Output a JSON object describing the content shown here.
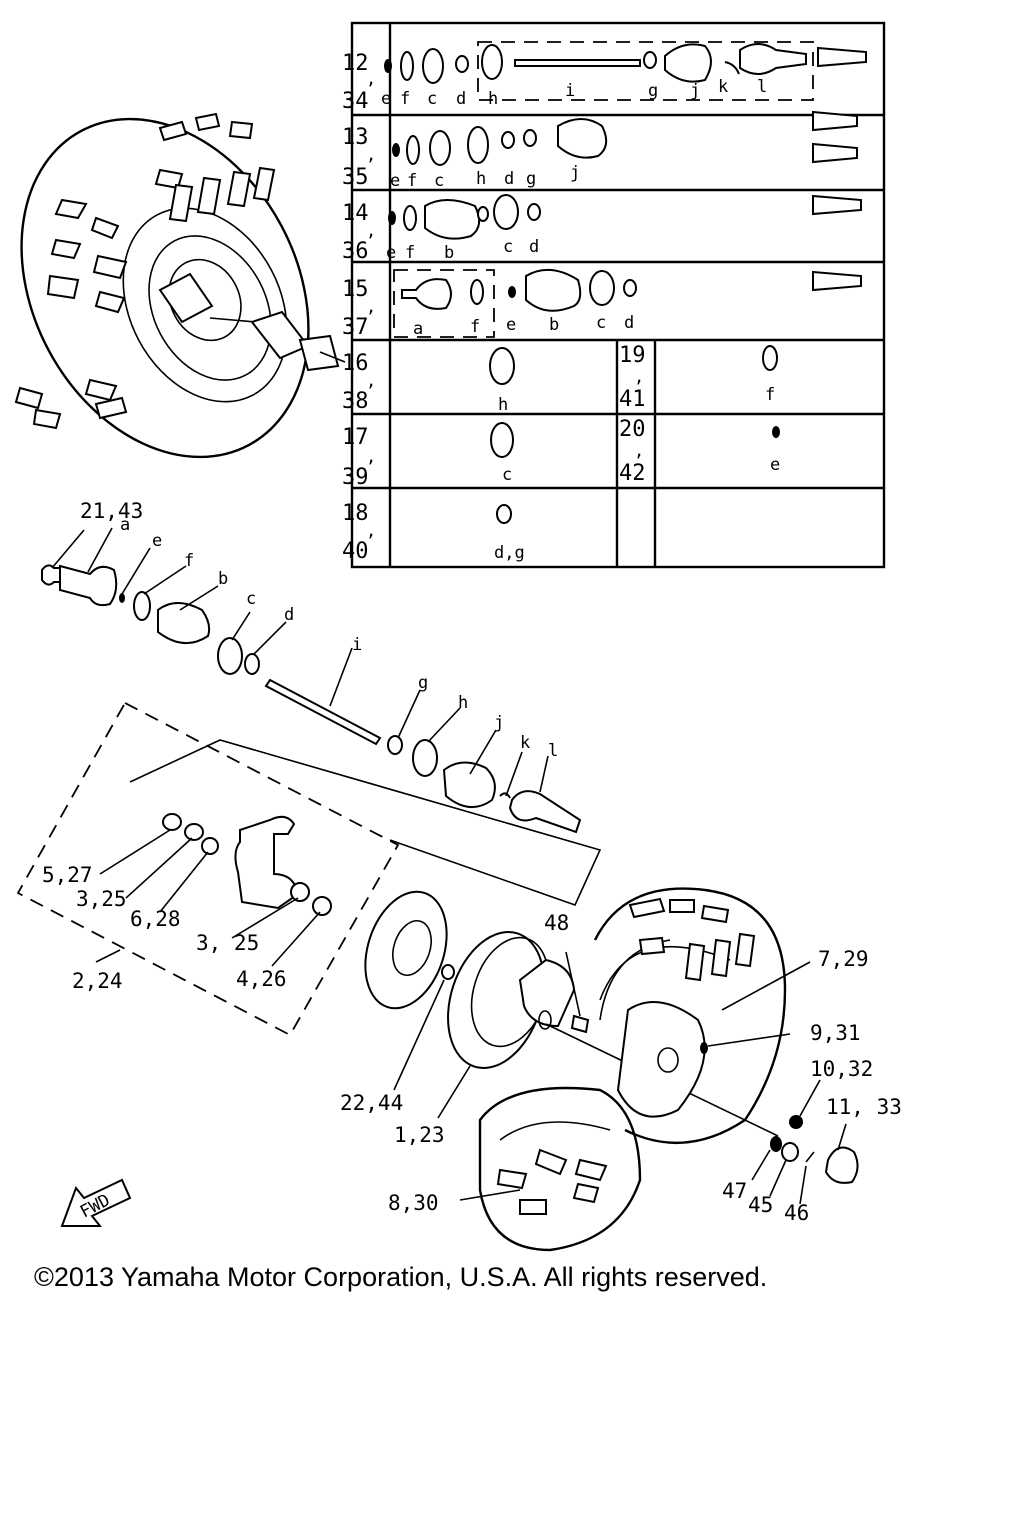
{
  "table": {
    "rows": [
      {
        "top": "12",
        "bottom": "34",
        "letters": [
          "e",
          "f",
          "c",
          "d",
          "h",
          "i",
          "g",
          "j",
          "k",
          "l"
        ]
      },
      {
        "top": "13",
        "bottom": "35",
        "letters": [
          "e",
          "f",
          "c",
          "h",
          "d",
          "g",
          "j"
        ]
      },
      {
        "top": "14",
        "bottom": "36",
        "letters": [
          "e",
          "f",
          "b",
          "c",
          "d"
        ]
      },
      {
        "top": "15",
        "bottom": "37",
        "letters": [
          "a",
          "f",
          "e",
          "b",
          "c",
          "d"
        ]
      },
      {
        "top": "16",
        "bottom": "38",
        "letters": [
          "h"
        ]
      },
      {
        "top": "17",
        "bottom": "39",
        "letters": [
          "c"
        ]
      },
      {
        "top": "18",
        "bottom": "40",
        "letters": [
          "d,g"
        ]
      }
    ],
    "side_rows": [
      {
        "top": "19",
        "bottom": "41",
        "letters": [
          "f"
        ]
      },
      {
        "top": "20",
        "bottom": "42",
        "letters": [
          "e"
        ]
      }
    ]
  },
  "callouts": {
    "c21_43": "21,43",
    "a": "a",
    "e": "e",
    "f": "f",
    "b": "b",
    "c": "c",
    "d": "d",
    "i": "i",
    "g": "g",
    "h": "h",
    "j": "j",
    "k": "k",
    "l": "l",
    "c5_27": "5,27",
    "c3_25a": "3,25",
    "c6_28": "6,28",
    "c3_25b": "3, 25",
    "c2_24": "2,24",
    "c4_26": "4,26",
    "c48": "48",
    "c7_29": "7,29",
    "c9_31": "9,31",
    "c10_32": "10,32",
    "c11_33": "11, 33",
    "c22_44": "22,44",
    "c1_23": "1,23",
    "c8_30": "8,30",
    "c47": "47",
    "c45": "45",
    "c46": "46"
  },
  "fwd_label": "FWD",
  "copyright": "©2013 Yamaha Motor Corporation, U.S.A. All rights reserved."
}
